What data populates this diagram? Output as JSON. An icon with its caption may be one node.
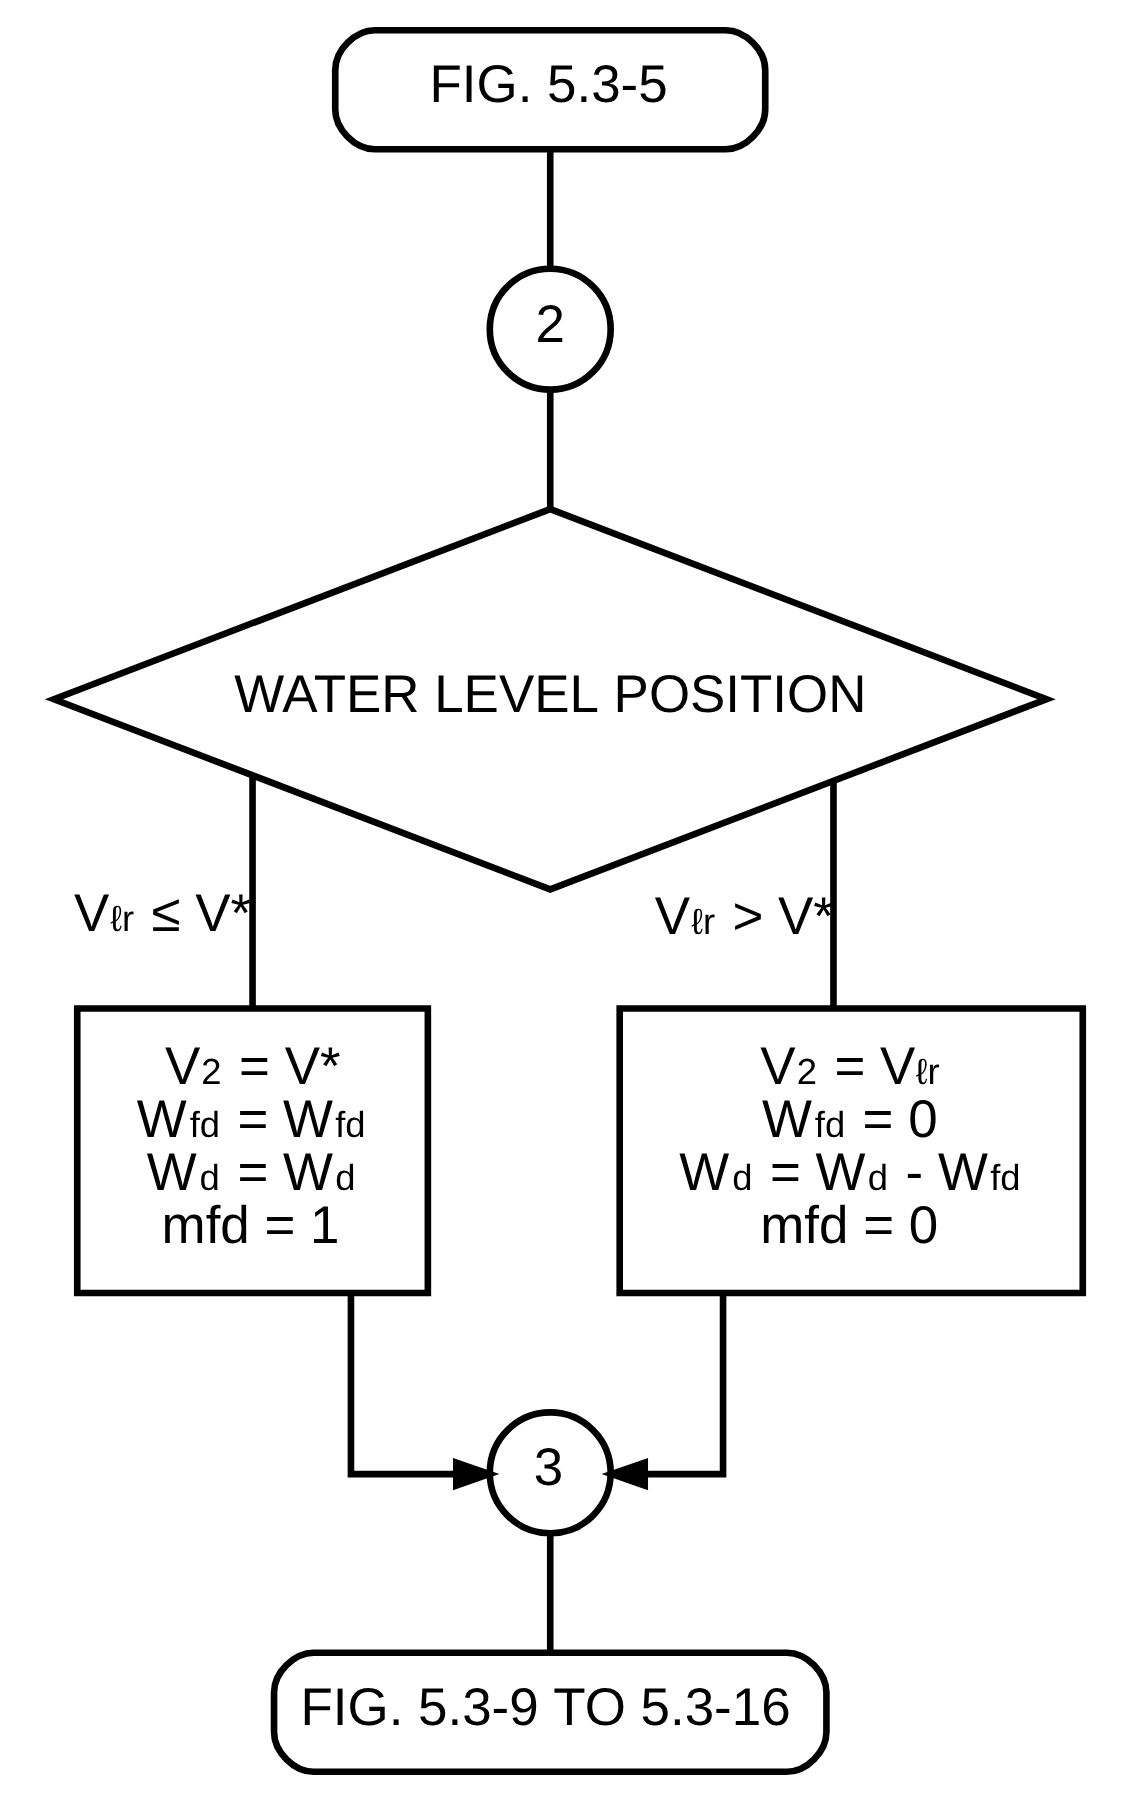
{
  "diagram": {
    "nodes": [
      {
        "text": [
          "FIG. 5.3-5"
        ]
      },
      {
        "text": [
          "2"
        ]
      },
      {
        "text": [
          "WATER LEVEL POSITION"
        ]
      },
      {
        "text": [
          "V$_{2}$ = V*",
          "W$_{fd}$ = W$_{fd}$",
          "W$_{d}$ = W$_{d}$",
          "mfd = 1"
        ]
      },
      {
        "text": [
          "V$_{2}$ = V$_{ℓr}$",
          "W$_{fd}$ = 0",
          "W$_{d}$ = W$_{d}$ - W$_{fd}$",
          "mfd = 0"
        ]
      },
      {
        "text": [
          "3"
        ]
      },
      {
        "text": [
          "FIG. 5.3-9 TO 5.3-16"
        ]
      }
    ],
    "edges": [
      {
        "from": 0,
        "to": 1,
        "arrow": "none"
      },
      {
        "from": 1,
        "to": 2,
        "arrow": "none"
      },
      {
        "from": 2,
        "to": 3,
        "arrow": "none",
        "label": "V$_{ℓr}$ ≤ V*"
      },
      {
        "from": 2,
        "to": 4,
        "arrow": "none",
        "label": "V$_{ℓr}$ > V*"
      },
      {
        "from": 4,
        "to": 5,
        "arrow": "to"
      },
      {
        "from": 3,
        "to": 5,
        "arrow": "to"
      },
      {
        "from": 5,
        "to": 6,
        "arrow": "none"
      }
    ]
  }
}
